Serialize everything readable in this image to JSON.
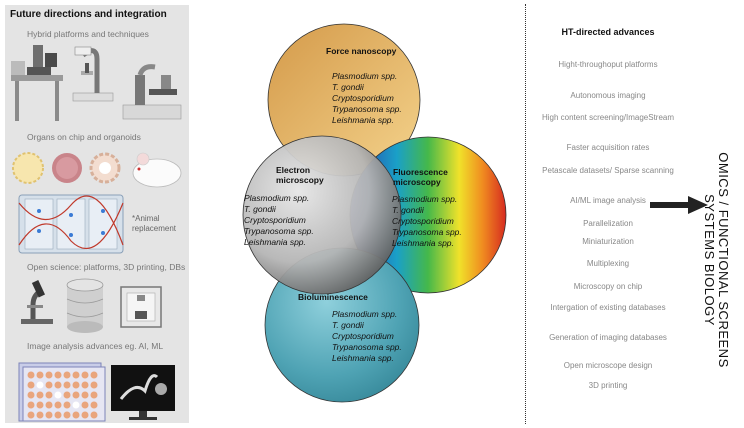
{
  "left": {
    "title": "Future directions and integration",
    "sections": [
      "Hybrid platforms and techniques",
      "Organs on chip and organoids",
      "Open science: platforms, 3D printing, DBs",
      "Image analysis advances eg. AI, ML"
    ],
    "animal_note": "*Animal replacement"
  },
  "venn": {
    "circles": [
      {
        "label": "Force nanoscopy",
        "species": [
          "Plasmodium spp.",
          "T. gondii",
          "Cryptosporidium",
          "Trypanosoma spp.",
          "Leishmania spp."
        ]
      },
      {
        "label": "Electron microscopy",
        "species": [
          "Plasmodium spp.",
          "T. gondii",
          "Cryptosporidium",
          "Trypanosoma spp.",
          "Leishmania spp."
        ]
      },
      {
        "label": "Fluorescence microscopy",
        "species": [
          "Plasmodium spp.",
          "T. gondii",
          "Cryptosporidium",
          "Trypanosoma spp.",
          "Leishmania spp."
        ]
      },
      {
        "label": "Bioluminescence",
        "species": [
          "Plasmodium spp.",
          "T. gondii",
          "Cryptosporidium",
          "Trypanosoma spp.",
          "Leishmania spp."
        ]
      }
    ]
  },
  "right": {
    "title": "HT-directed advances",
    "items": [
      "Hight-throughoput platforms",
      "Autonomous imaging",
      "High content screening/ImageStream",
      "Faster acquisition rates",
      "Petascale datasets/ Sparse scanning",
      "AI/ML image analysis",
      "Parallelization",
      "Miniaturization",
      "Multiplexing",
      "Microscopy on chip",
      "Intergation of existing databases",
      "Generation of imaging databases",
      "Open microscope design",
      "3D printing"
    ]
  },
  "outcome": {
    "line1": "OMICS / FUNCTIONAL SCREENS",
    "line2": "SYSTEMS BIOLOGY"
  },
  "colors": {
    "panel_bg": "#e4e4e4",
    "force": "#e0a854",
    "electron": "#a8a8a8",
    "bioluminescence": "#4fa3b4",
    "text_gray": "#888888"
  }
}
